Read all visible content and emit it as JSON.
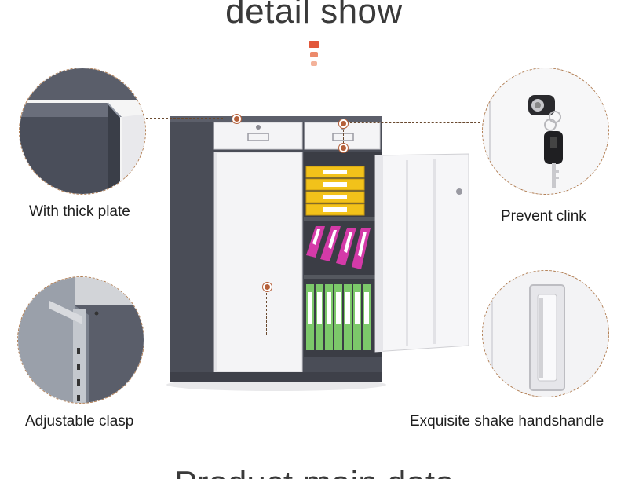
{
  "header": {
    "title": "detail show"
  },
  "colors": {
    "accent": "#e2573a",
    "accent_mid": "#ec8a6b",
    "accent_light": "#f3b29a",
    "cabinet_frame": "#4a4d57",
    "door_white": "#f4f4f6"
  },
  "callouts": {
    "top_left": {
      "caption": "With thick plate",
      "icon": "thick-plate-closeup"
    },
    "bottom_left": {
      "caption": "Adjustable clasp",
      "icon": "adjustable-clasp-closeup"
    },
    "top_right": {
      "caption": "Prevent clink",
      "icon": "lock-and-key-closeup"
    },
    "bottom_right": {
      "caption": "Exquisite shake handshandle",
      "icon": "handle-closeup"
    }
  },
  "footer": {
    "partial_heading": "Product main data"
  }
}
